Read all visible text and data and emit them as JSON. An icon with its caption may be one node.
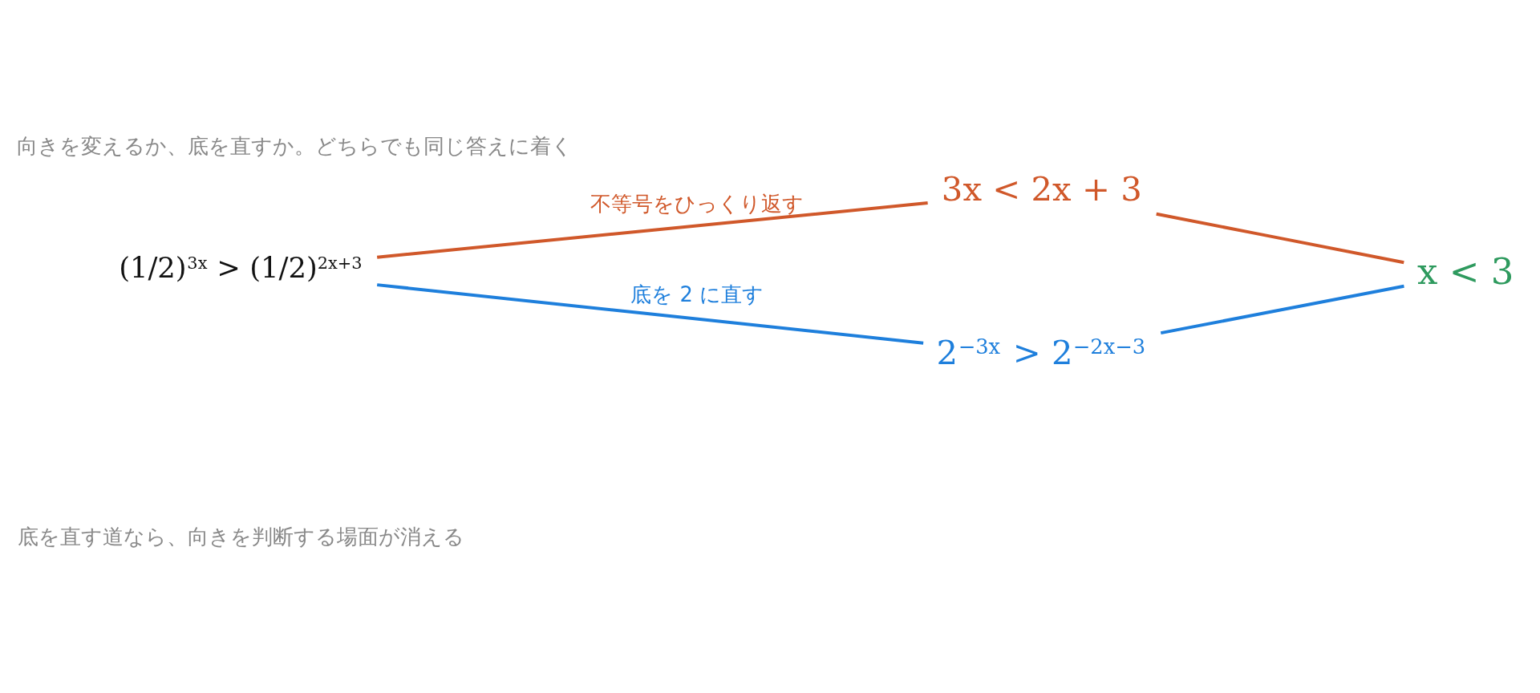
{
  "diagram": {
    "title": "向きを変えるか、底を直すか。どちらでも同じ答えに着く",
    "caption": "底を直す道なら、向きを判断する場面が消える",
    "nodes": [
      {
        "text": [
          "(1/2)$^{3x}$ > (1/2)$^{2x+3}$"
        ]
      },
      {
        "text": [
          "3x < 2x + 3"
        ]
      },
      {
        "text": [
          "2$^{−3x}$ > 2$^{−2x−3}$"
        ]
      },
      {
        "text": [
          "x < 3"
        ]
      }
    ],
    "edges": [
      {
        "from": 0,
        "to": 1,
        "arrow": "none",
        "label": "不等号をひっくり返す",
        "color": "#d0582a"
      },
      {
        "from": 1,
        "to": 3,
        "arrow": "none",
        "color": "#d0582a"
      },
      {
        "from": 0,
        "to": 2,
        "arrow": "none",
        "label": "底を 2 に直す",
        "color": "#1e7fdc"
      },
      {
        "from": 2,
        "to": 3,
        "arrow": "none",
        "color": "#1e7fdc"
      }
    ]
  }
}
